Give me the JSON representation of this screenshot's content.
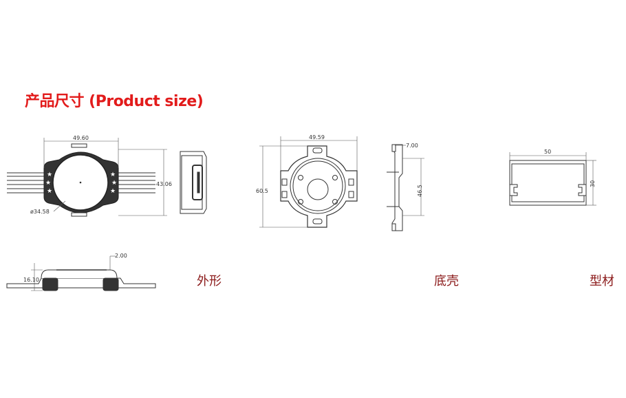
{
  "title": "产品尺寸 (Product size)",
  "captions": {
    "appearance": "外形",
    "base_shell": "底壳",
    "profile": "型材"
  },
  "dimensions": {
    "module_width": "49.60",
    "module_height": "43.06",
    "lens_diameter": "ø34.58",
    "module_height_side": "16.10",
    "lip_thickness": "2.00",
    "shell_width": "49.59",
    "shell_height": "60.5",
    "shell_side_height": "46.5",
    "shell_side_depth": "7.00",
    "profile_width": "50",
    "profile_height": "30"
  },
  "colors": {
    "title": "#e21b1b",
    "caption": "#8b1a1a",
    "line": "#333333"
  }
}
